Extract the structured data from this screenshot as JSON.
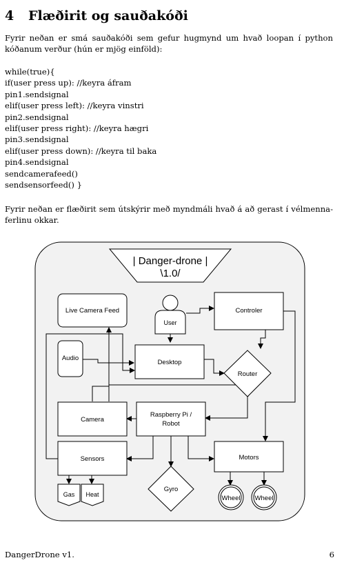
{
  "section": {
    "number": "4",
    "title": "Flæðirit og sauðakóði"
  },
  "intro": "Fyrir neðan er smá sauðakóði sem gefur hugmynd um hvað loopan í python kóðanum verður (hún er mjög einföld):",
  "code_lines": [
    "while(true){",
    "if(user press up): //keyra áfram",
    "pin1.sendsignal",
    "elif(user press left): //keyra vinstri",
    "pin2.sendsignal",
    "elif(user press right): //keyra hægri",
    "pin3.sendsignal",
    "elif(user press down): //keyra til baka",
    "pin4.sendsignal",
    "sendcamerafeed()",
    "sendsensorfeed() }"
  ],
  "diagram_intro": "Fyrir neðan er flæðirit sem útskýrir með myndmáli hvað á að gerast í vélmenna-ferlinu okkar.",
  "diagram": {
    "title_line1": "| Danger-drone |",
    "title_line2": "\\1.0/",
    "user": "User",
    "live_camera_feed": "Live Camera Feed",
    "controler": "Controler",
    "audio": "Audio",
    "desktop": "Desktop",
    "router": "Router",
    "camera": "Camera",
    "raspberry_line1": "Raspberry Pi /",
    "raspberry_line2": "Robot",
    "sensors": "Sensors",
    "motors": "Motors",
    "gas": "Gas",
    "heat": "Heat",
    "gyro": "Gyro",
    "wheel_left": "Wheel",
    "wheel_right": "Wheel"
  },
  "footer": {
    "left": "DangerDrone v1.",
    "page": "6"
  }
}
